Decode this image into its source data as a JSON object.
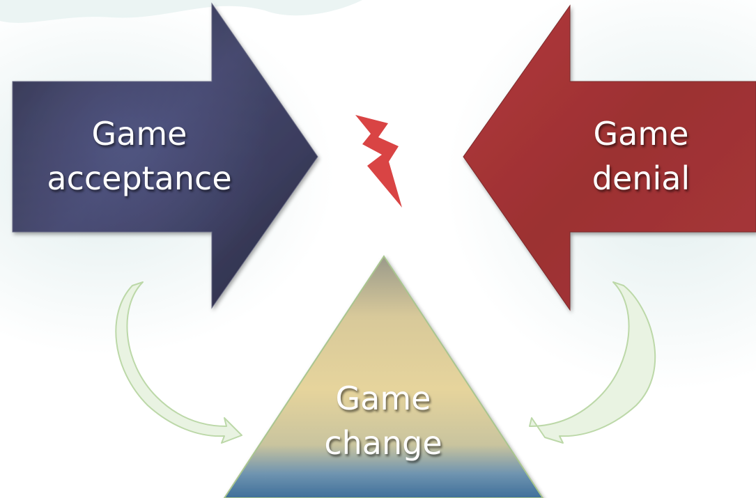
{
  "colors": {
    "acceptance_arrow": "#3a3b55",
    "denial_arrow": "#a63436",
    "lightning": "#d94444",
    "curved_arrows": "#c8e0b4",
    "background_haze": "#e4f0ef"
  },
  "acceptance": {
    "line1": "Game",
    "line2": "acceptance"
  },
  "denial": {
    "line1": "Game",
    "line2": "denial"
  },
  "change": {
    "line1": "Game",
    "line2": "change"
  }
}
